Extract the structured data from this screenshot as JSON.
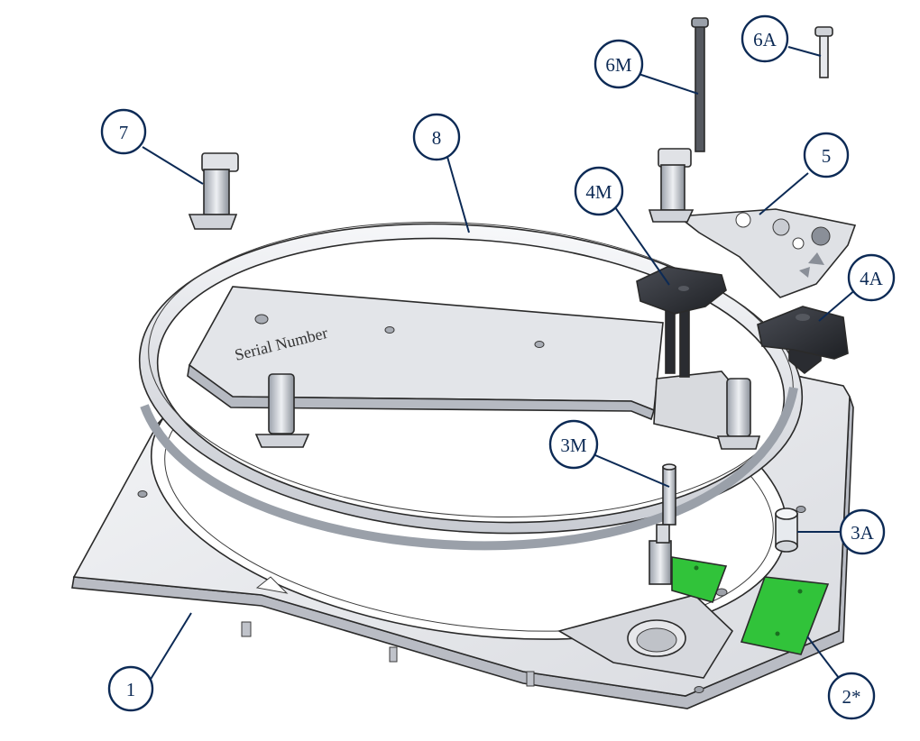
{
  "engraving_text": "Serial Number",
  "callouts": [
    {
      "id": "c1",
      "label": "1"
    },
    {
      "id": "c2",
      "label": "2*"
    },
    {
      "id": "c3a",
      "label": "3A"
    },
    {
      "id": "c3m",
      "label": "3M"
    },
    {
      "id": "c4a",
      "label": "4A"
    },
    {
      "id": "c4m",
      "label": "4M"
    },
    {
      "id": "c5",
      "label": "5"
    },
    {
      "id": "c6a",
      "label": "6A"
    },
    {
      "id": "c6m",
      "label": "6M"
    },
    {
      "id": "c7",
      "label": "7"
    },
    {
      "id": "c8",
      "label": "8"
    }
  ],
  "colors": {
    "callout": "#0c2a55",
    "metal_light": "#eeeff2",
    "metal_mid": "#c9ccd3",
    "metal_dark": "#8e939c",
    "knob": "#2c2e33",
    "pcb_green": "#31c33a"
  }
}
